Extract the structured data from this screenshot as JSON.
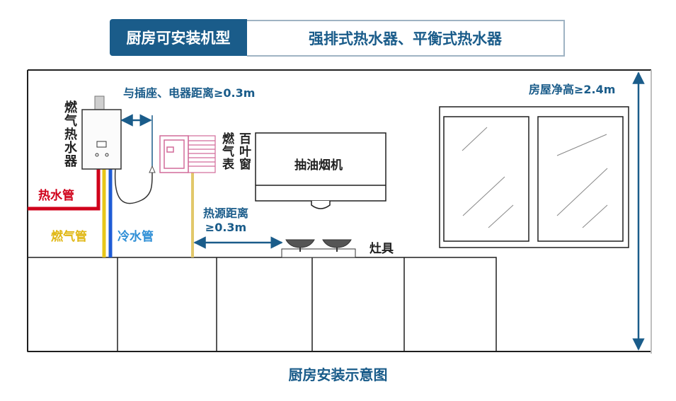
{
  "header": {
    "tag": "厨房可安装机型",
    "types": "强排式热水器、平衡式热水器"
  },
  "labels": {
    "heater": "燃气热水器",
    "socket_distance": "与插座、电器距离≥0.3m",
    "gas_meter": "燃气表",
    "louver_window": "百叶窗",
    "range_hood": "抽油烟机",
    "room_height": "房屋净高≥2.4m",
    "hot_pipe": "热水管",
    "gas_pipe": "燃气管",
    "cold_pipe": "冷水管",
    "heat_distance_1": "热源距离",
    "heat_distance_2": "≥0.3m",
    "stove": "灶具"
  },
  "caption": "厨房安装示意图",
  "colors": {
    "brand_blue": "#1a5c8a",
    "hot_pipe": "#d0021b",
    "gas_pipe": "#e8c619",
    "cold_pipe": "#1e5bd6",
    "gas_meter": "#d26b9a",
    "wall_line": "#1f1f1f"
  }
}
